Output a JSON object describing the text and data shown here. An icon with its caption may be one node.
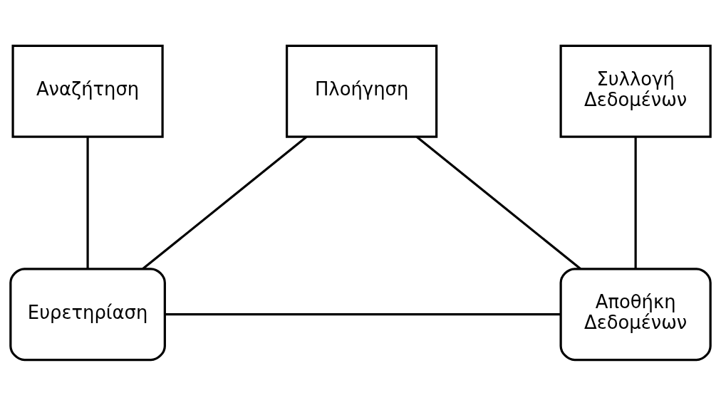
{
  "diagram": {
    "nodes": [
      {
        "text": [
          "Αναζήτηση"
        ]
      },
      {
        "text": [
          "Πλοήγηση"
        ]
      },
      {
        "text": [
          "Συλλογή Δεδομένων"
        ]
      },
      {
        "text": [
          "Ευρετηρίαση"
        ]
      },
      {
        "text": [
          "Αποθήκη Δεδομένων"
        ]
      }
    ],
    "edges": [
      {
        "from": 0,
        "to": 3,
        "arrow": "none"
      },
      {
        "from": 1,
        "to": 3,
        "arrow": "none"
      },
      {
        "from": 1,
        "to": 4,
        "arrow": "none"
      },
      {
        "from": 2,
        "to": 4,
        "arrow": "none"
      },
      {
        "from": 3,
        "to": 4,
        "arrow": "none"
      }
    ]
  }
}
